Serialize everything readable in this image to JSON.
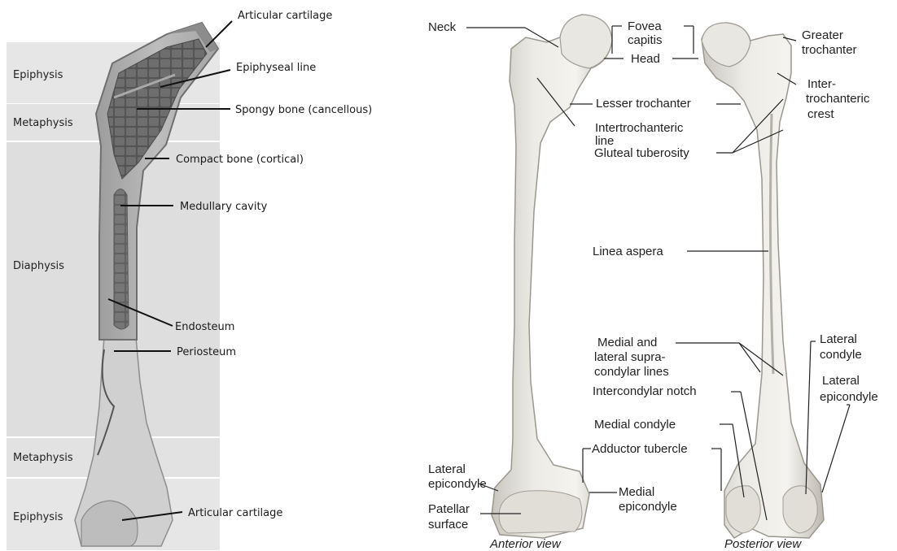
{
  "left_diagram": {
    "regions": [
      "Epiphysis",
      "Metaphysis",
      "Diaphysis",
      "Metaphysis",
      "Epiphysis"
    ],
    "labels": [
      "Articular cartilage",
      "Epiphyseal line",
      "Spongy bone (cancellous)",
      "Compact bone (cortical)",
      "Medullary cavity",
      "Endosteum",
      "Periosteum",
      "Articular cartilage"
    ]
  },
  "right_diagram": {
    "labels": {
      "neck": "Neck",
      "fovea_1": "Fovea",
      "fovea_2": "capitis",
      "head": "Head",
      "greater_troch_1": "Greater",
      "greater_troch_2": "trochanter",
      "inter_troch_crest_1": "Inter-",
      "inter_troch_crest_2": "trochanteric",
      "inter_troch_crest_3": "crest",
      "lesser_trochanter": "Lesser trochanter",
      "intertroch_line_1": "Intertrochanteric",
      "intertroch_line_2": "line",
      "gluteal_tuberosity": "Gluteal tuberosity",
      "linea_aspera": "Linea aspera",
      "supracondylar_1": "Medial and",
      "supracondylar_2": "lateral supra-",
      "supracondylar_3": "condylar lines",
      "intercondylar_notch": "Intercondylar notch",
      "lateral_condyle_1": "Lateral",
      "lateral_condyle_2": "condyle",
      "lateral_epicondyle_r_1": "Lateral",
      "lateral_epicondyle_r_2": "epicondyle",
      "medial_condyle": "Medial condyle",
      "adductor_tubercle": "Adductor tubercle",
      "lateral_epicondyle_l_1": "Lateral",
      "lateral_epicondyle_l_2": "epicondyle",
      "medial_epicondyle_1": "Medial",
      "medial_epicondyle_2": "epicondyle",
      "patellar_surface_1": "Patellar",
      "patellar_surface_2": "surface"
    },
    "views": [
      "Anterior view",
      "Posterior view"
    ]
  }
}
